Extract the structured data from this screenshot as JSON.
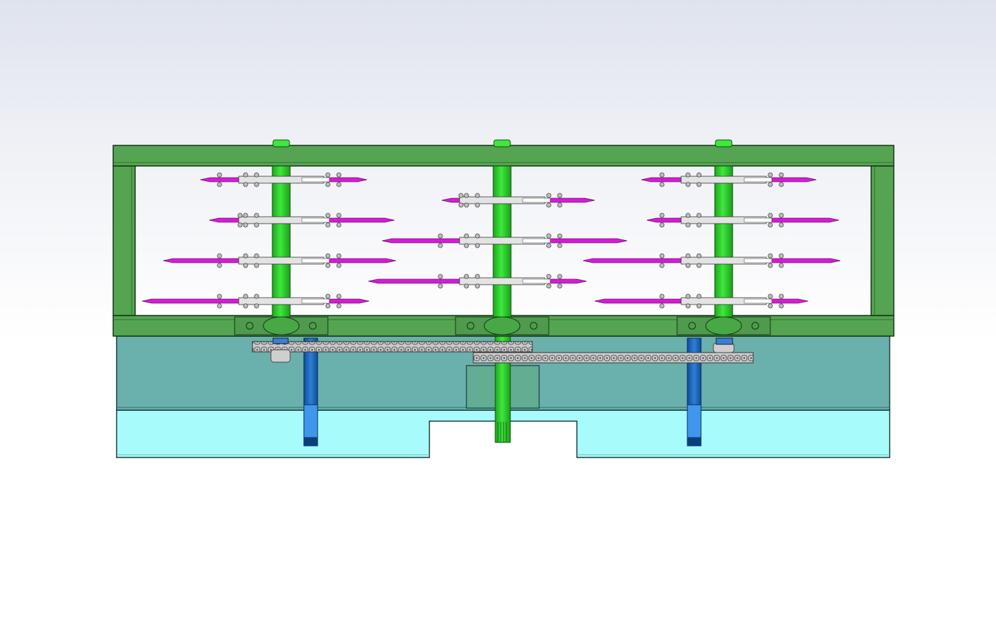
{
  "viewport": {
    "background_top": "#dfe3ee",
    "background_bottom": "#ffffff"
  },
  "model": {
    "parts": [
      {
        "name": "frame",
        "color": "#54a452",
        "count": 1
      },
      {
        "name": "vertical-shaft",
        "color": "#2cc52b",
        "count": 3
      },
      {
        "name": "rotor-blade",
        "color": "#d61cd6",
        "count": 12
      },
      {
        "name": "base-plate-upper",
        "color": "#6ab0ac",
        "count": 1
      },
      {
        "name": "base-plate-lower",
        "color": "#a8fbfb",
        "count": 1
      },
      {
        "name": "drive-chain",
        "color": "#b4b4b4",
        "count": 2
      },
      {
        "name": "gearbox",
        "color": "#63ad92",
        "count": 1
      },
      {
        "name": "support-leg",
        "color": "#1f6bb8",
        "count": 2
      }
    ]
  }
}
